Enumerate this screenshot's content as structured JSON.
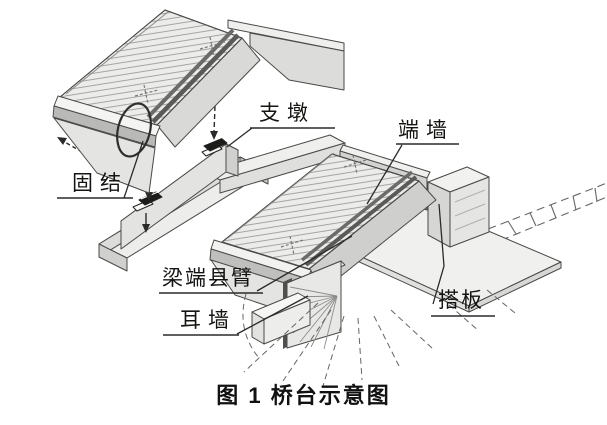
{
  "figure": {
    "caption": "图 1  桥台示意图",
    "labels": {
      "guding": "固结",
      "zhidun": "支墩",
      "duanqiang": "端墙",
      "liangduanxuanbi": "梁端县臂",
      "erqiang": "耳墙",
      "daban": "搭板"
    },
    "colors": {
      "line": "#4a4a48",
      "paper": "#ffffff",
      "deck_fill": "#ececea",
      "side_fill": "#d9d9d7",
      "joint_stripe": "#5a5a58",
      "bearing_pad": "#1c1c1a",
      "ground_dash": "#666664"
    }
  }
}
